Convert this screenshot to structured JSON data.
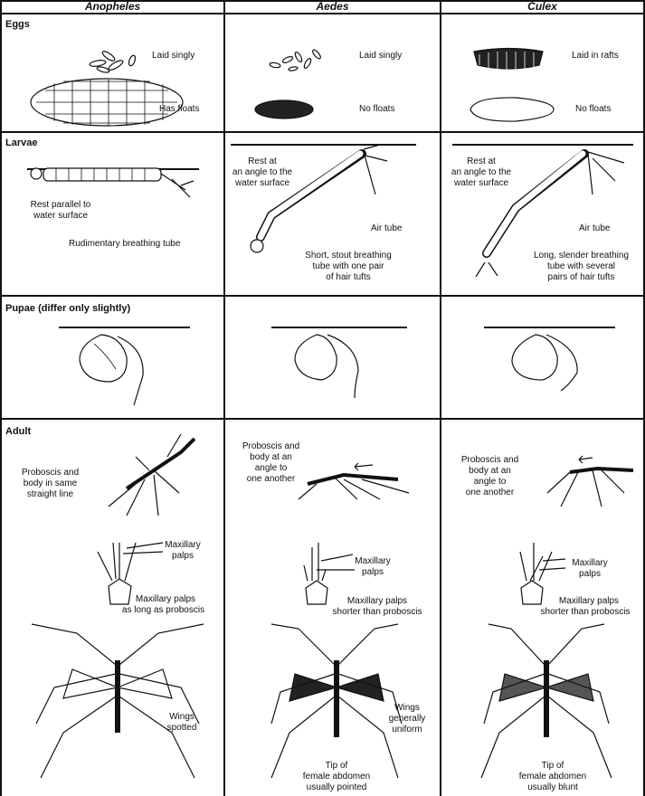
{
  "columns": [
    "Anopheles",
    "Aedes",
    "Culex"
  ],
  "rows": {
    "eggs": "Eggs",
    "larvae": "Larvae",
    "pupae": "Pupae (differ only slightly)",
    "adult": "Adult"
  },
  "eggs": {
    "anopheles": {
      "laid": "Laid singly",
      "floats": "Has floats"
    },
    "aedes": {
      "laid": "Laid singly",
      "floats": "No floats"
    },
    "culex": {
      "laid": "Laid in rafts",
      "floats": "No floats"
    }
  },
  "larvae": {
    "anopheles": {
      "rest": [
        "Rest parallel to",
        "water surface"
      ],
      "tube": "Rudimentary breathing tube"
    },
    "aedes": {
      "rest": [
        "Rest at",
        "an angle to the",
        "water surface"
      ],
      "air": "Air tube",
      "tube": [
        "Short, stout breathing",
        "tube with one pair",
        "of hair tufts"
      ]
    },
    "culex": {
      "rest": [
        "Rest at",
        "an angle to the",
        "water surface"
      ],
      "air": "Air tube",
      "tube": [
        "Long, slender breathing",
        "tube with several",
        "pairs of hair tufts"
      ]
    }
  },
  "adult": {
    "anopheles": {
      "body": [
        "Proboscis and",
        "body in same",
        "straight line"
      ],
      "palps": [
        "Maxillary",
        "palps"
      ],
      "palps_len": [
        "Maxillary palps",
        "as long as proboscis"
      ],
      "wings": [
        "Wings",
        "spotted"
      ]
    },
    "aedes": {
      "body": [
        "Proboscis and",
        "body at an",
        "angle to",
        "one another"
      ],
      "palps": [
        "Maxillary",
        "palps"
      ],
      "palps_len": [
        "Maxillary palps",
        "shorter than proboscis"
      ],
      "wings": [
        "Wings",
        "generally",
        "uniform"
      ],
      "tip": [
        "Tip of",
        "female abdomen",
        "usually pointed"
      ]
    },
    "culex": {
      "body": [
        "Proboscis and",
        "body at an",
        "angle to",
        "one another"
      ],
      "palps": [
        "Maxillary",
        "palps"
      ],
      "palps_len": [
        "Maxillary palps",
        "shorter than proboscis"
      ],
      "tip": [
        "Tip of",
        "female abdomen",
        "usually blunt"
      ]
    }
  }
}
